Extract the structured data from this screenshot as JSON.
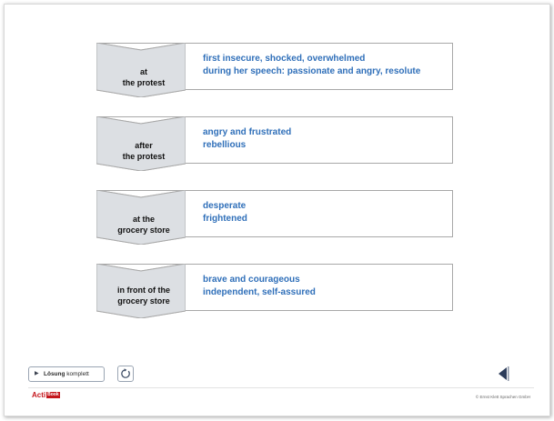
{
  "rows": [
    {
      "label": [
        "at",
        "the protest"
      ],
      "desc": [
        "first insecure, shocked, overwhelmed",
        "during her speech: passionate and angry, resolute"
      ]
    },
    {
      "label": [
        "after",
        "the protest"
      ],
      "desc": [
        "angry and frustrated",
        "rebellious"
      ]
    },
    {
      "label": [
        "at the",
        "grocery store"
      ],
      "desc": [
        "desperate",
        "frightened"
      ]
    },
    {
      "label": [
        "in front of the",
        "grocery store"
      ],
      "desc": [
        "brave and courageous",
        "independent, self-assured"
      ]
    }
  ],
  "controls": {
    "solution_bold": "Lösung",
    "solution_rest": " komplett"
  },
  "footer": {
    "logo": "Acti",
    "logo_box": "Book",
    "copyright": "© Ernst Klett Sprachen GmbH"
  },
  "colors": {
    "accent_text": "#2f6fb9",
    "chevron_fill": "#dcdfe3",
    "chevron_stroke": "#a8a8a8"
  }
}
